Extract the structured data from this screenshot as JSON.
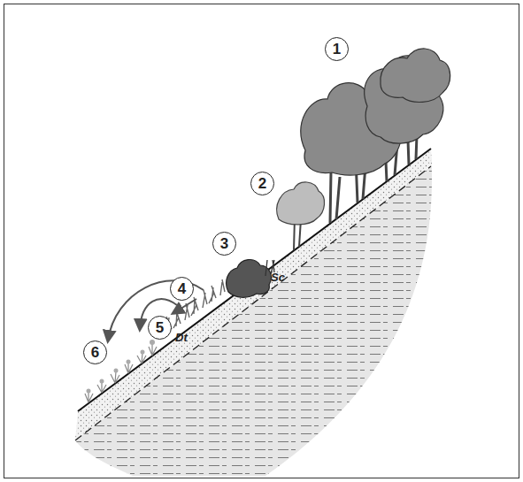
{
  "diagram": {
    "nodes": [
      {
        "text": [
          "1"
        ]
      },
      {
        "text": [
          "2"
        ]
      },
      {
        "text": [
          "3"
        ]
      },
      {
        "text": [
          "4"
        ]
      },
      {
        "text": [
          "5"
        ]
      },
      {
        "text": [
          "6"
        ]
      }
    ],
    "labels": [
      "Dt",
      "Sc"
    ]
  }
}
